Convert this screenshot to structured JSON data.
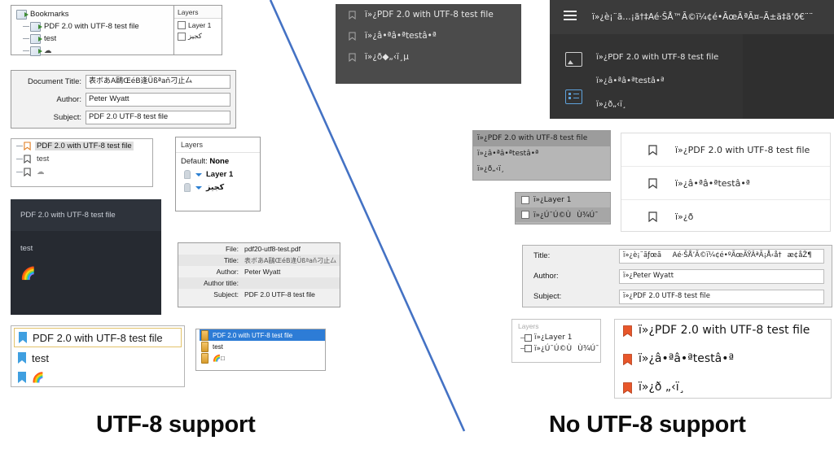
{
  "captions": {
    "left": "UTF-8 support",
    "right": "No UTF-8 support"
  },
  "left": {
    "bookmarks_tree": {
      "root": "Bookmarks",
      "items": [
        "PDF 2.0 with UTF-8 test file",
        "test",
        "☁"
      ]
    },
    "layers_small": {
      "title": "Layers",
      "items": [
        "Layer 1",
        "کجیز"
      ]
    },
    "document_properties": {
      "rows": [
        {
          "label": "Document Title:",
          "value": "表ボあA鷗ŒéB逢Üßªaň刁止厶"
        },
        {
          "label": "Author:",
          "value": "Peter Wyatt"
        },
        {
          "label": "Subject:",
          "value": "PDF 2.0 UTF-8 test file"
        }
      ]
    },
    "bookmarks_flat": {
      "items": [
        "PDF 2.0 with UTF-8 test file",
        "test",
        "☁"
      ]
    },
    "layers_panel": {
      "title": "Layers",
      "default_label": "Default:",
      "default_value": "None",
      "items": [
        "Layer 1",
        "کجیز"
      ]
    },
    "dark_reader": {
      "header": "PDF 2.0 with UTF-8 test file",
      "items": [
        "test",
        "🌈"
      ]
    },
    "properties_table": {
      "rows": [
        {
          "label": "File:",
          "value": "pdf20-utf8-test.pdf"
        },
        {
          "label": "Title:",
          "value": "表ボあA鷗ŒéB逢Üßªaň刁止厶"
        },
        {
          "label": "Author:",
          "value": "Peter Wyatt"
        },
        {
          "label": "Author title:",
          "value": ""
        },
        {
          "label": "Subject:",
          "value": "PDF 2.0 UTF-8 test file"
        }
      ]
    },
    "bookmarks_blue": {
      "items": [
        "PDF 2.0 with UTF-8 test file",
        "test",
        "🌈"
      ]
    },
    "bookmarks_win": {
      "items": [
        "PDF 2.0 with UTF-8 test file",
        "test",
        "🌈□"
      ]
    }
  },
  "right": {
    "dark_bookmarks": {
      "items": [
        "ï»¿PDF 2.0 with UTF-8 test file",
        "ï»¿â•ªâ•ªtestâ•ª",
        "ï»¿ð◆„‹ï¸µ"
      ]
    },
    "app_header": {
      "menu_icon": "hamburger-icon",
      "title": "ï»¿è¡¨ã…¡ã†‡Aé·ŠÅ™Ã©ï¼¢é•ÃœÃªÃ¤–Ã±ä‡ã‘ð€¨¨"
    },
    "dark_body": {
      "lines": [
        "ï»¿PDF 2.0 with UTF-8 test file",
        "ï»¿â•ªâ•ªtestâ•ª",
        "ï»¿ð„‹ï¸"
      ],
      "icons": [
        "image-icon",
        "list-icon"
      ]
    },
    "gray_bookmarks": {
      "items": [
        "ï»¿PDF 2.0 with UTF-8 test file",
        "ï»¿â•ªâ•ªtestâ•ª",
        "ï»¿ð„‹ï¸"
      ]
    },
    "gray_layers": {
      "items": [
        "ï»¿Layer 1",
        "ï»¿Ú¯Ú©ÙÙ¾Ú¯"
      ]
    },
    "white_bookmarks": {
      "items": [
        "ï»¿PDF 2.0 with UTF-8 test file",
        "ï»¿â•ªâ•ªtestâ•ª",
        "ï»¿ð"
      ]
    },
    "metadata": {
      "rows": [
        {
          "label": "Title:",
          "value": "ï»¿è¡¨ãƒœãAé·ŠÅ’Ã©ï¼¢é•ºÃœÃŸÂªÃ¡Å‹å†æ­¢åŽ¶"
        },
        {
          "label": "Author:",
          "value": "ï»¿Peter Wyatt"
        },
        {
          "label": "Subject:",
          "value": "ï»¿PDF 2.0 UTF-8 test file"
        }
      ]
    },
    "layers_bottom": {
      "title": "Layers",
      "items": [
        "ï»¿Layer 1",
        "ï»¿Ú¯Ú©ÙÙ¾Ú¯"
      ]
    },
    "orange_bookmarks": {
      "items": [
        "ï»¿PDF 2.0 with UTF-8 test file",
        "ï»¿â•ªâ•ªtestâ•ª",
        "ï»¿ð „‹ï¸"
      ]
    }
  },
  "colors": {
    "divider": "#4472c4",
    "accent_blue": "#2d7cd6",
    "orange": "#e8562a",
    "ribbon_blue": "#3f9fe0"
  }
}
